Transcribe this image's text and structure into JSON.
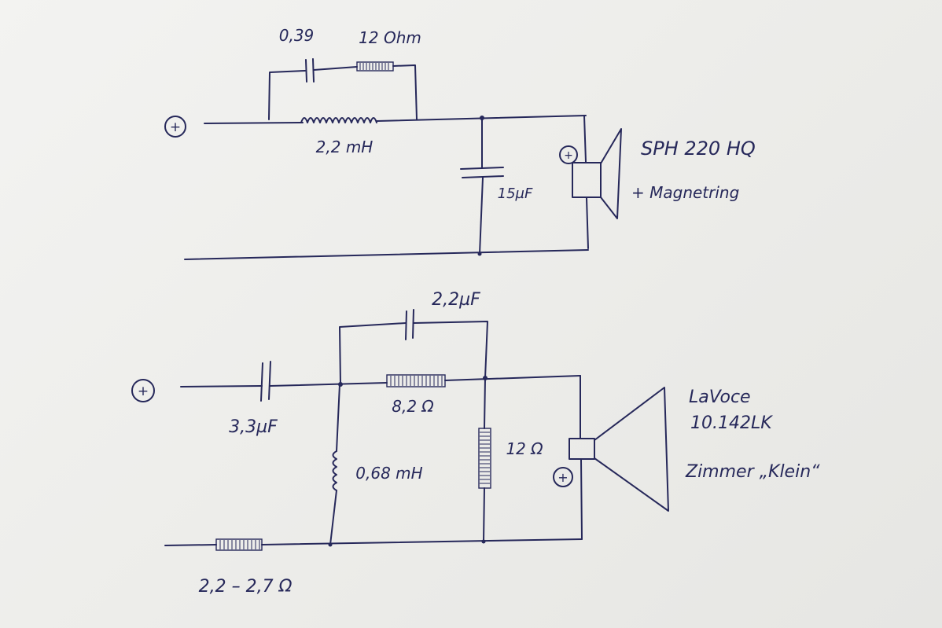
{
  "colors": {
    "ink": "#26285a",
    "paper": "#efefec"
  },
  "top_circuit": {
    "input_terminal": "+",
    "series_cap_label": "0,39",
    "series_resistor_label": "12 Ohm",
    "series_inductor_label": "2,2 mH",
    "shunt_cap_label": "15µF",
    "driver_polarity": "+",
    "driver_model": "SPH 220 HQ",
    "driver_note": "+ Magnetring"
  },
  "bottom_circuit": {
    "input_terminal": "+",
    "bypass_cap_label": "2,2µF",
    "series_cap_label": "3,3µF",
    "series_resistor_label": "8,2 Ω",
    "shunt_inductor_label": "0,68 mH",
    "shunt_resistor_label": "12 Ω",
    "return_resistor_label": "2,2 – 2,7 Ω",
    "driver_polarity": "+",
    "driver_brand": "LaVoce",
    "driver_model": "10.142LK",
    "driver_note": "Zimmer „Klein“"
  }
}
